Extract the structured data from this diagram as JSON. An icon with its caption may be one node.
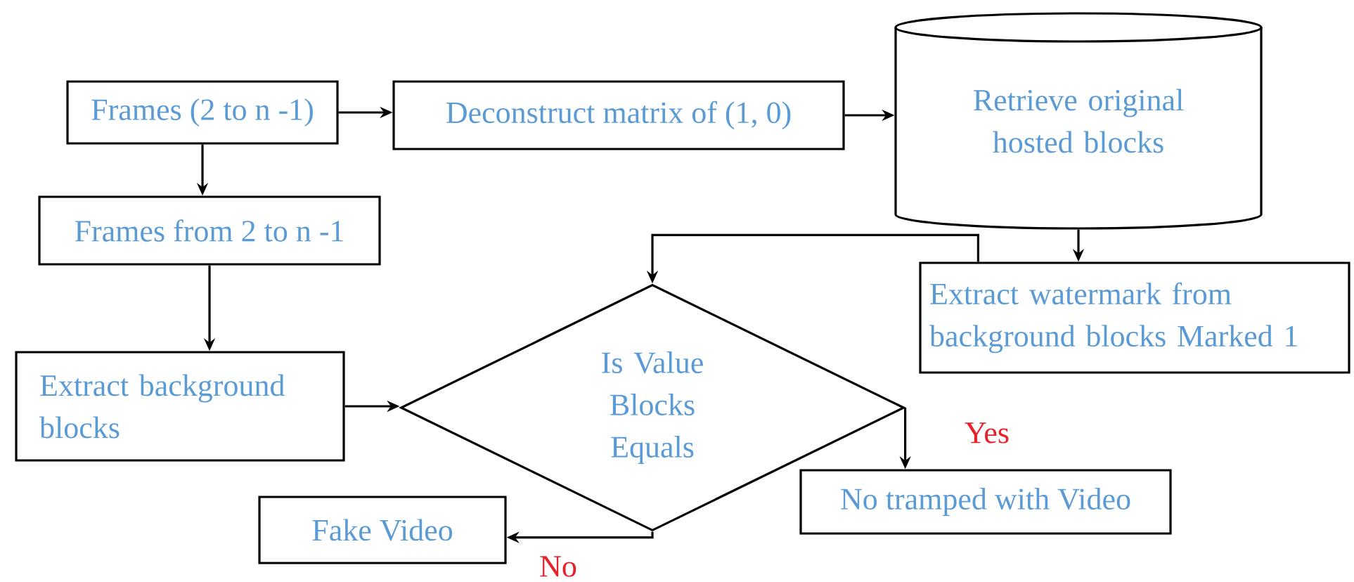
{
  "diagram": {
    "nodes": [
      {
        "text": [
          "Frames (2 to n -1)"
        ]
      },
      {
        "text": [
          "Deconstruct matrix of (1, 0)"
        ]
      },
      {
        "text": [
          "Retrieve original hosted blocks"
        ]
      },
      {
        "text": [
          "Frames from 2 to n -1"
        ]
      },
      {
        "text": [
          "Extract watermark from background blocks Marked 1"
        ]
      },
      {
        "text": [
          "Extract background blocks"
        ]
      },
      {
        "text": [
          "Is Value Blocks Equals"
        ]
      },
      {
        "text": [
          "No tramped with Video"
        ]
      },
      {
        "text": [
          "Fake Video"
        ]
      }
    ],
    "edges": [
      {
        "from": 0,
        "to": 1,
        "arrow": "to"
      },
      {
        "from": 1,
        "to": 2,
        "arrow": "to"
      },
      {
        "from": 0,
        "to": 3,
        "arrow": "to"
      },
      {
        "from": 3,
        "to": 5,
        "arrow": "to"
      },
      {
        "from": 2,
        "to": 4,
        "arrow": "to"
      },
      {
        "from": 4,
        "to": 6,
        "arrow": "to"
      },
      {
        "from": 5,
        "to": 6,
        "arrow": "to"
      },
      {
        "from": 6,
        "to": 7,
        "arrow": "to",
        "label": "Yes"
      },
      {
        "from": 6,
        "to": 8,
        "arrow": "to",
        "label": "No"
      }
    ]
  }
}
